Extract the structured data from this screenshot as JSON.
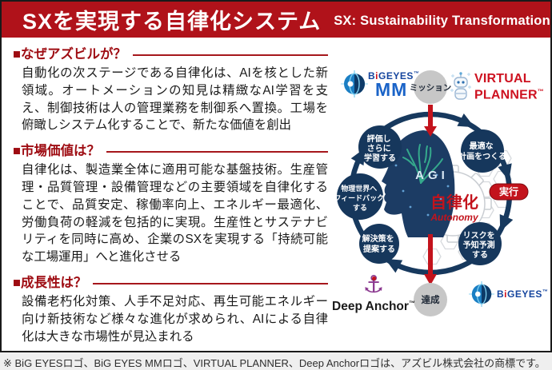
{
  "header": {
    "title": "SXを実現する自律化システム",
    "subtitle": "SX: Sustainability Transformation"
  },
  "sections": [
    {
      "title": "■なぜアズビルが？",
      "body": "自動化の次ステージである自律化は、AIを核とした新領域。オートメーションの知見は精緻なAI学習を支え、制御技術は人の管理業務を制御系へ置換。工場を俯瞰しシステム化することで、新たな価値を創出"
    },
    {
      "title": "■市場価値は？",
      "body": "自律化は、製造業全体に適用可能な基盤技術。生産管理・品質管理・設備管理などの主要領域を自律化することで、品質安定、稼働率向上、エネルギー最適化、労働負荷の軽減を包括的に実現。生産性とサステナビリティを同時に高め、企業のSXを実現する「持続可能な工場運用」へと進化させる"
    },
    {
      "title": "■成長性は？",
      "body": "設備老朽化対策、人手不足対応、再生可能エネルギー向け新技術など様々な進化が求められ、AIによる自律化は大きな市場性が見込まれる"
    }
  ],
  "diagram": {
    "mission": "ミッション",
    "achieve": "達成",
    "execute": "実行",
    "center": {
      "agi": "AGI",
      "autonomy_ja": "自律化",
      "autonomy_en": "Autonomy"
    },
    "nodes": [
      {
        "id": "evaluate-learn",
        "lines": [
          "評価し",
          "さらに",
          "学習する"
        ]
      },
      {
        "id": "make-plan",
        "lines": [
          "最適な",
          "計画をつくる"
        ]
      },
      {
        "id": "feedback-physical",
        "lines": [
          "物理世界へ",
          "フィードバック",
          "する"
        ]
      },
      {
        "id": "propose-solution",
        "lines": [
          "解決策を",
          "提案する"
        ]
      },
      {
        "id": "predict-risk",
        "lines": [
          "リスクを",
          "予知予測",
          "する"
        ]
      }
    ],
    "logos": {
      "bigeyes_mm": {
        "brand_pre": "B",
        "brand_i": "i",
        "brand_post": "GEYES",
        "tm": "™",
        "suffix": "MM"
      },
      "virtual_planner": {
        "line1": "VIRTUAL",
        "line2": "PLANNER",
        "tm": "™"
      },
      "deep_anchor": {
        "name": "Deep Anchor",
        "tm": "™"
      },
      "bigeyes": {
        "brand_pre": "B",
        "brand_i": "i",
        "brand_post": "GEYES",
        "tm": "™"
      }
    }
  },
  "footer": {
    "note": "※ BiG EYESロゴ、BiG EYES MMロゴ、VIRTUAL PLANNER、Deep Anchorロゴは、アズビル株式会社の商標です。"
  },
  "colors": {
    "header_bg": "#B0121A",
    "section_red": "#9E0C12",
    "accent_red": "#C3131C",
    "navy_arc": "#17395E",
    "node_navy": "#16375C",
    "gray_node": "#C7C7C7",
    "brand_blue": "#1B64C8",
    "brand_purple": "#8C3A90",
    "brain_teal": "#35A98C"
  }
}
